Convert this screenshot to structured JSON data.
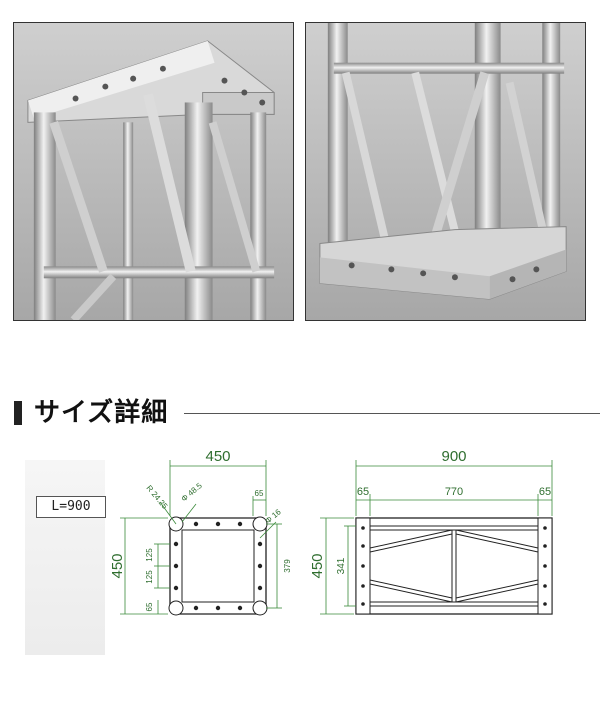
{
  "section": {
    "title": "サイズ詳細"
  },
  "length_label": "L=900",
  "photos": [
    {
      "icon": "truss-top-photo-icon"
    },
    {
      "icon": "truss-bottom-photo-icon"
    }
  ],
  "front_view": {
    "width": "450",
    "height": "450",
    "radius": "R 24.25",
    "pipe_dia": "Φ 48.5",
    "edge": "65",
    "hole_dia": "Φ 16",
    "inner": "379",
    "pitch_1": "125",
    "pitch_2": "125",
    "bottom": "65"
  },
  "side_view": {
    "length": "900",
    "left": "65",
    "middle": "770",
    "right": "65",
    "height": "450",
    "inner": "341"
  },
  "colors": {
    "dimension": "#3a8a3a",
    "frame": "#222222"
  }
}
